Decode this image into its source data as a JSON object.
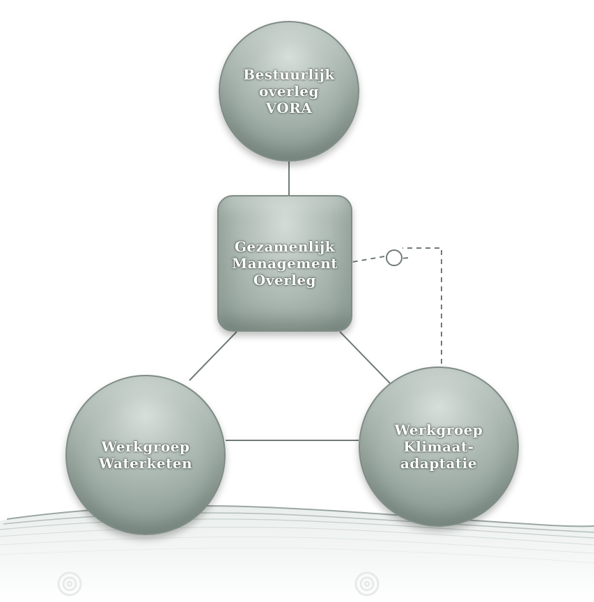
{
  "diagram": {
    "nodes": [
      {
        "id": "bestuurlijk",
        "label": "Bestuurlijk\noverleg\nVORA",
        "shape": "circle"
      },
      {
        "id": "gmo",
        "label": "Gezamenlijk\nManagement\nOverleg",
        "shape": "rounded-square"
      },
      {
        "id": "waterketen",
        "label": "Werkgroep\nWaterketen",
        "shape": "circle"
      },
      {
        "id": "klimaat",
        "label": "Werkgroep\nKlimaat-\nadaptatie",
        "shape": "circle"
      }
    ],
    "edges": [
      {
        "from": "bestuurlijk",
        "to": "gmo",
        "style": "solid"
      },
      {
        "from": "gmo",
        "to": "waterketen",
        "style": "solid"
      },
      {
        "from": "gmo",
        "to": "klimaat",
        "style": "solid"
      },
      {
        "from": "waterketen",
        "to": "klimaat",
        "style": "solid"
      },
      {
        "from": "klimaat",
        "to": "gmo",
        "style": "dashed",
        "marker": "small-circle"
      }
    ],
    "colors": {
      "node_fill": "#a3b0aa",
      "node_border": "#7f8c86",
      "line": "#6f7a75",
      "text": "#ffffff"
    }
  }
}
